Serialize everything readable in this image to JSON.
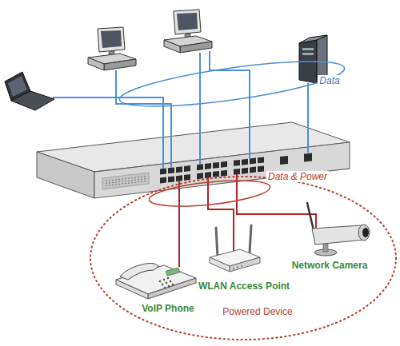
{
  "diagram": {
    "nodes": [
      {
        "text": [
          "Powered Device"
        ]
      },
      {
        "text": [
          "Network Camera"
        ],
        "in": 0
      },
      {
        "text": [
          "WLAN Access Point"
        ],
        "in": 0
      },
      {
        "text": [
          "VoIP Phone"
        ],
        "in": 0
      }
    ],
    "labels": [
      "Data",
      "Data & Power"
    ]
  }
}
